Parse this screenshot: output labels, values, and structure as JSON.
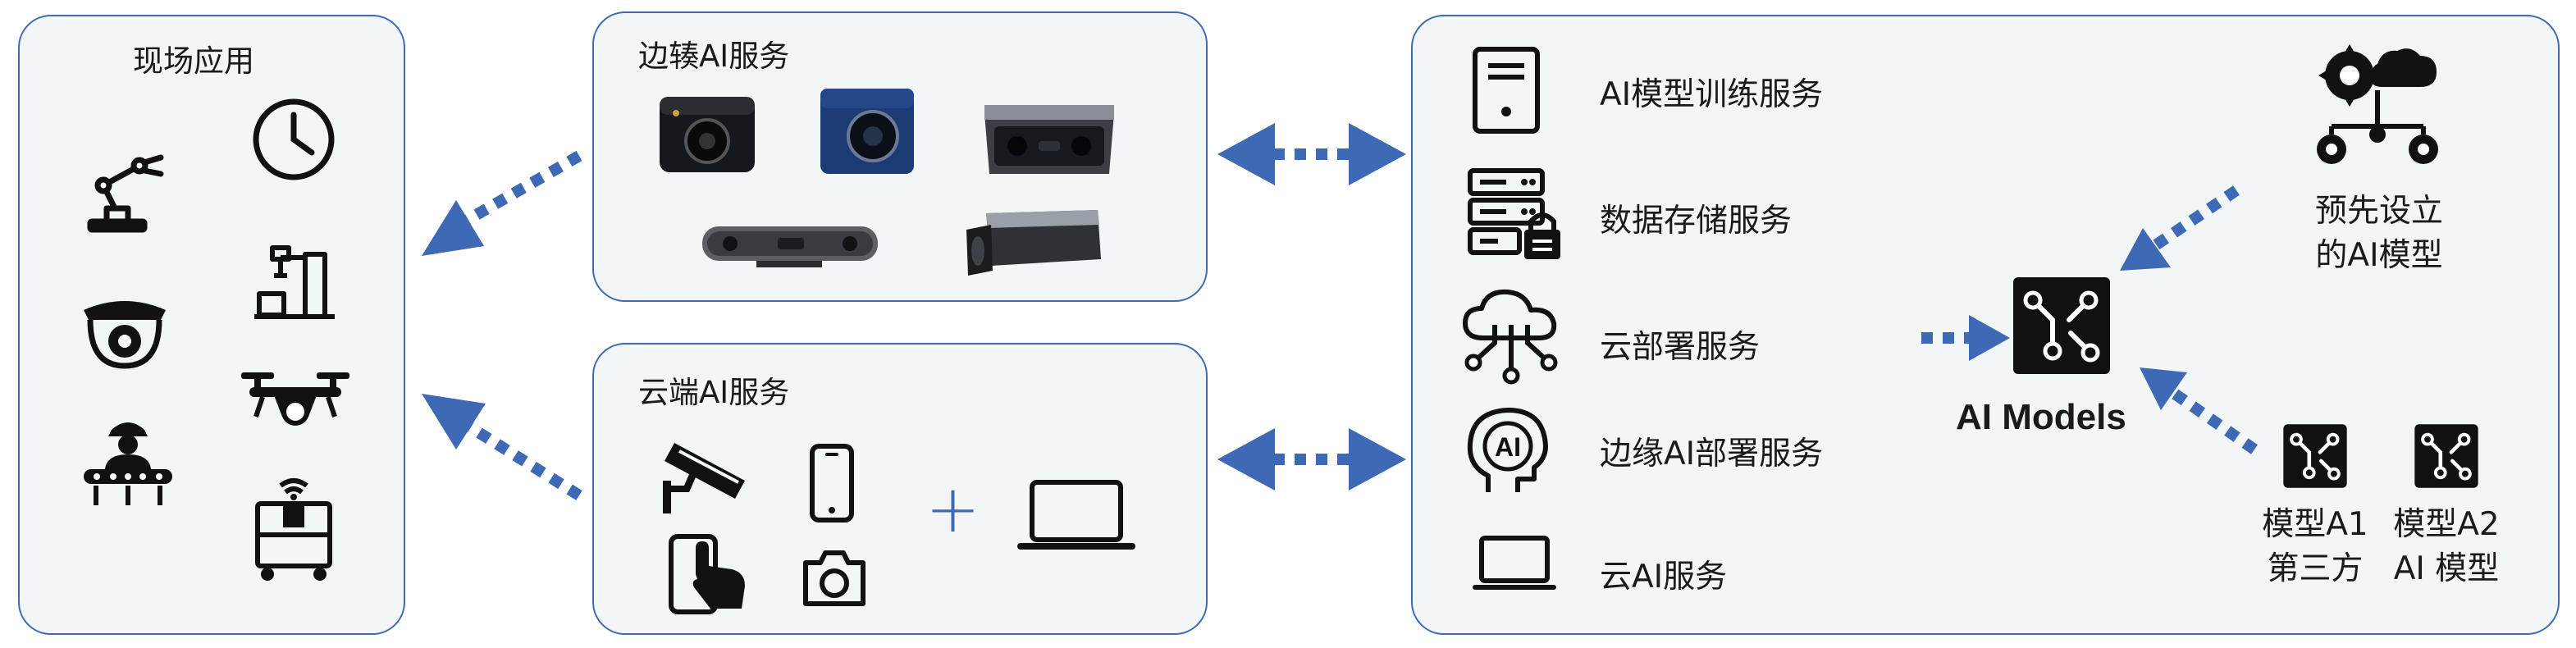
{
  "panels": {
    "field": {
      "title": "现场应用"
    },
    "edge": {
      "title": "边辏AI服务"
    },
    "cloud": {
      "title": "云端AI服务"
    }
  },
  "services": [
    {
      "label": "AI模型训练服务",
      "icon": "server-tower-icon"
    },
    {
      "label": "数据存储服务",
      "icon": "database-lock-icon"
    },
    {
      "label": "云部署服务",
      "icon": "cloud-network-icon"
    },
    {
      "label": "边缘AI部署服务",
      "icon": "ai-head-icon"
    },
    {
      "label": "云AI服务",
      "icon": "laptop-icon"
    }
  ],
  "ai_models": {
    "label": "AI Models"
  },
  "pretrained": {
    "line1": "预先设立",
    "line2": "的AI模型"
  },
  "model_a1": {
    "line1": "模型A1",
    "line2": "第三方"
  },
  "model_a2": {
    "line1": "模型A2",
    "line2": "AI 模型"
  },
  "cloud_panel": {
    "plus": "+"
  },
  "colors": {
    "accent": "#3d69b5",
    "panel_bg": "#f3f6f6"
  }
}
